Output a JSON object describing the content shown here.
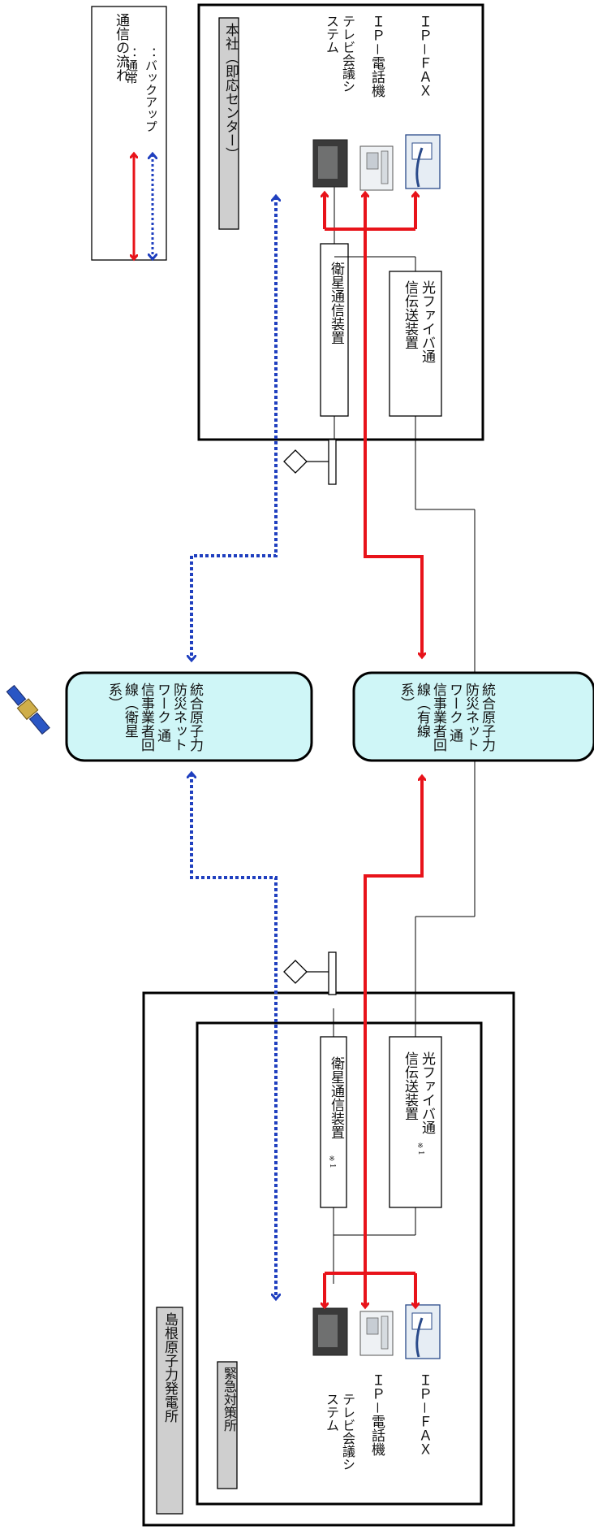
{
  "legend": {
    "title": "通信の流れ",
    "normal": "：通常",
    "backup": "：バックアップ"
  },
  "colors": {
    "normal": "#e8131a",
    "backup": "#1f3fbf",
    "cloud": "#cff6f7",
    "label_box": "#cfcfcf"
  },
  "head_office": {
    "title": "本社（即応センター）",
    "satellite_device": "衛星通信装置",
    "fiber_device": "光ファイバ通信伝送装置",
    "devices": {
      "tv": "テレビ会議システム",
      "ip_phone": "ＩＰ－電話機",
      "ip_fax": "ＩＰ－ＦＡＸ"
    }
  },
  "networks": {
    "satellite": "統合原子力防災ネットワーク 通信事業者回線（衛星系）",
    "wired": "統合原子力防災ネットワーク 通信事業者回線（有線系）"
  },
  "plant": {
    "title": "島根原子力発電所",
    "sub_title": "緊急対策所",
    "satellite_device": "衛星通信装置",
    "fiber_device": "光ファイバ通信伝送装置",
    "footnote_mark": "※1",
    "devices": {
      "tv": "テレビ会議システム",
      "ip_phone": "ＩＰ－電話機",
      "ip_fax": "ＩＰ－ＦＡＸ"
    }
  },
  "icons": [
    "satellite-icon",
    "antenna-icon",
    "tv-icon",
    "phone-icon",
    "fax-icon"
  ]
}
